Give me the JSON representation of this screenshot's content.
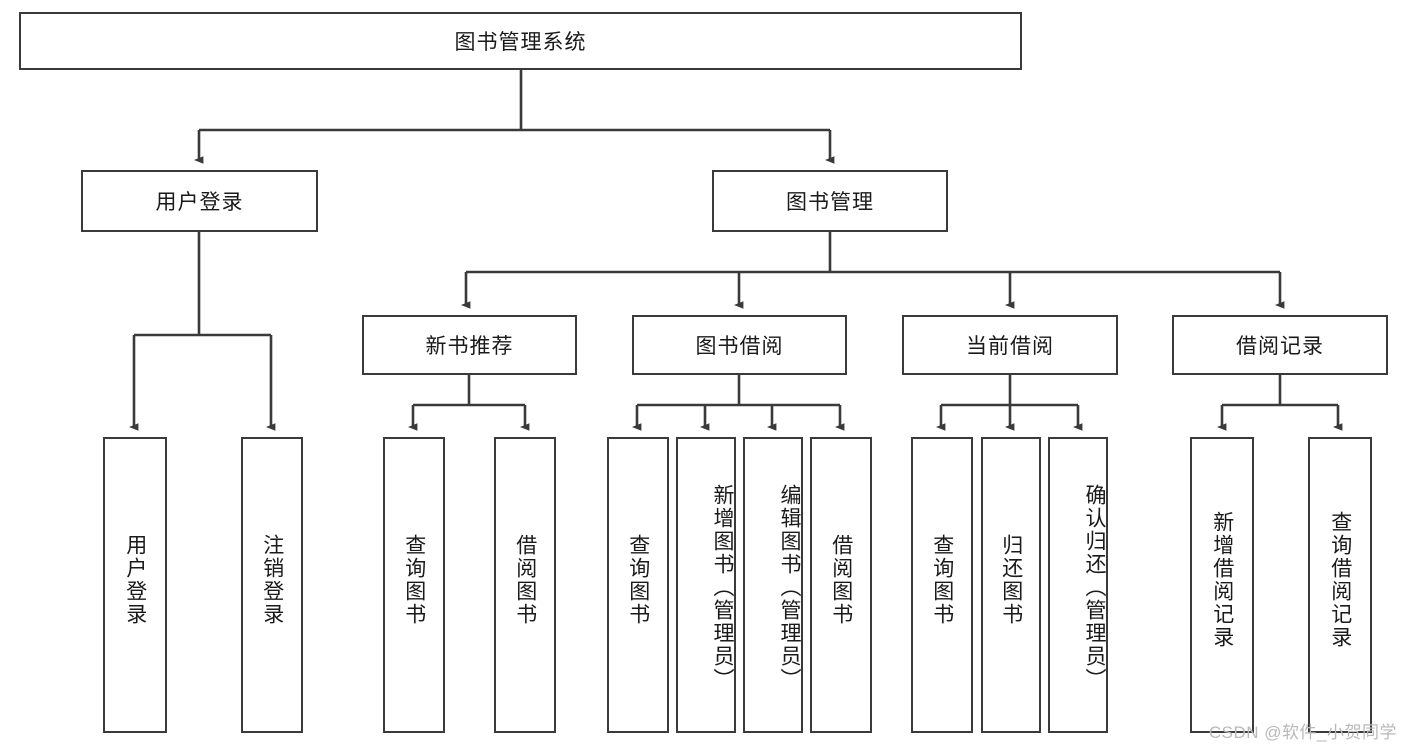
{
  "diagram": {
    "title": "图书管理系统",
    "type": "tree",
    "stroke_color": "#3a3a3a",
    "fill_color": "#ffffff",
    "text_color": "#1a1a1a",
    "watermark": "CSDN @软件_小贺同学"
  },
  "root": {
    "label": "图书管理系统"
  },
  "level2": [
    {
      "label": "用户登录"
    },
    {
      "label": "图书管理"
    }
  ],
  "level3": [
    {
      "label": "新书推荐"
    },
    {
      "label": "图书借阅"
    },
    {
      "label": "当前借阅"
    },
    {
      "label": "借阅记录"
    }
  ],
  "leaves": {
    "user_login": [
      {
        "label": "用户登录"
      },
      {
        "label": "注销登录"
      }
    ],
    "new_book": [
      {
        "label": "查询图书"
      },
      {
        "label": "借阅图书"
      }
    ],
    "book_borrow": [
      {
        "label": "查询图书"
      },
      {
        "label": "新增图书（管理员）"
      },
      {
        "label": "编辑图书（管理员）"
      },
      {
        "label": "借阅图书"
      }
    ],
    "current_borrow": [
      {
        "label": "查询图书"
      },
      {
        "label": "归还图书"
      },
      {
        "label": "确认归还（管理员）"
      }
    ],
    "borrow_record": [
      {
        "label": "新增借阅记录"
      },
      {
        "label": "查询借阅记录"
      }
    ]
  }
}
